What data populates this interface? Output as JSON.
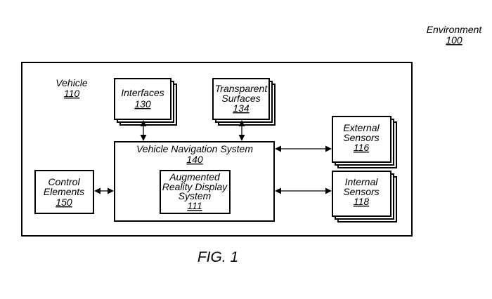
{
  "environment": {
    "label": "Environment",
    "number": "100"
  },
  "vehicle": {
    "label": "Vehicle",
    "number": "110"
  },
  "interfaces": {
    "label": "Interfaces",
    "number": "130"
  },
  "transparent_surfaces": {
    "label_line1": "Transparent",
    "label_line2": "Surfaces",
    "number": "134"
  },
  "vehicle_navigation_system": {
    "label": "Vehicle Navigation System",
    "number": "140"
  },
  "augmented_reality_display_system": {
    "label_line1": "Augmented",
    "label_line2": "Reality Display",
    "label_line3": "System",
    "number": "111"
  },
  "control_elements": {
    "label_line1": "Control",
    "label_line2": "Elements",
    "number": "150"
  },
  "external_sensors": {
    "label_line1": "External",
    "label_line2": "Sensors",
    "number": "116"
  },
  "internal_sensors": {
    "label_line1": "Internal",
    "label_line2": "Sensors",
    "number": "118"
  },
  "figure_caption": "FIG. 1"
}
